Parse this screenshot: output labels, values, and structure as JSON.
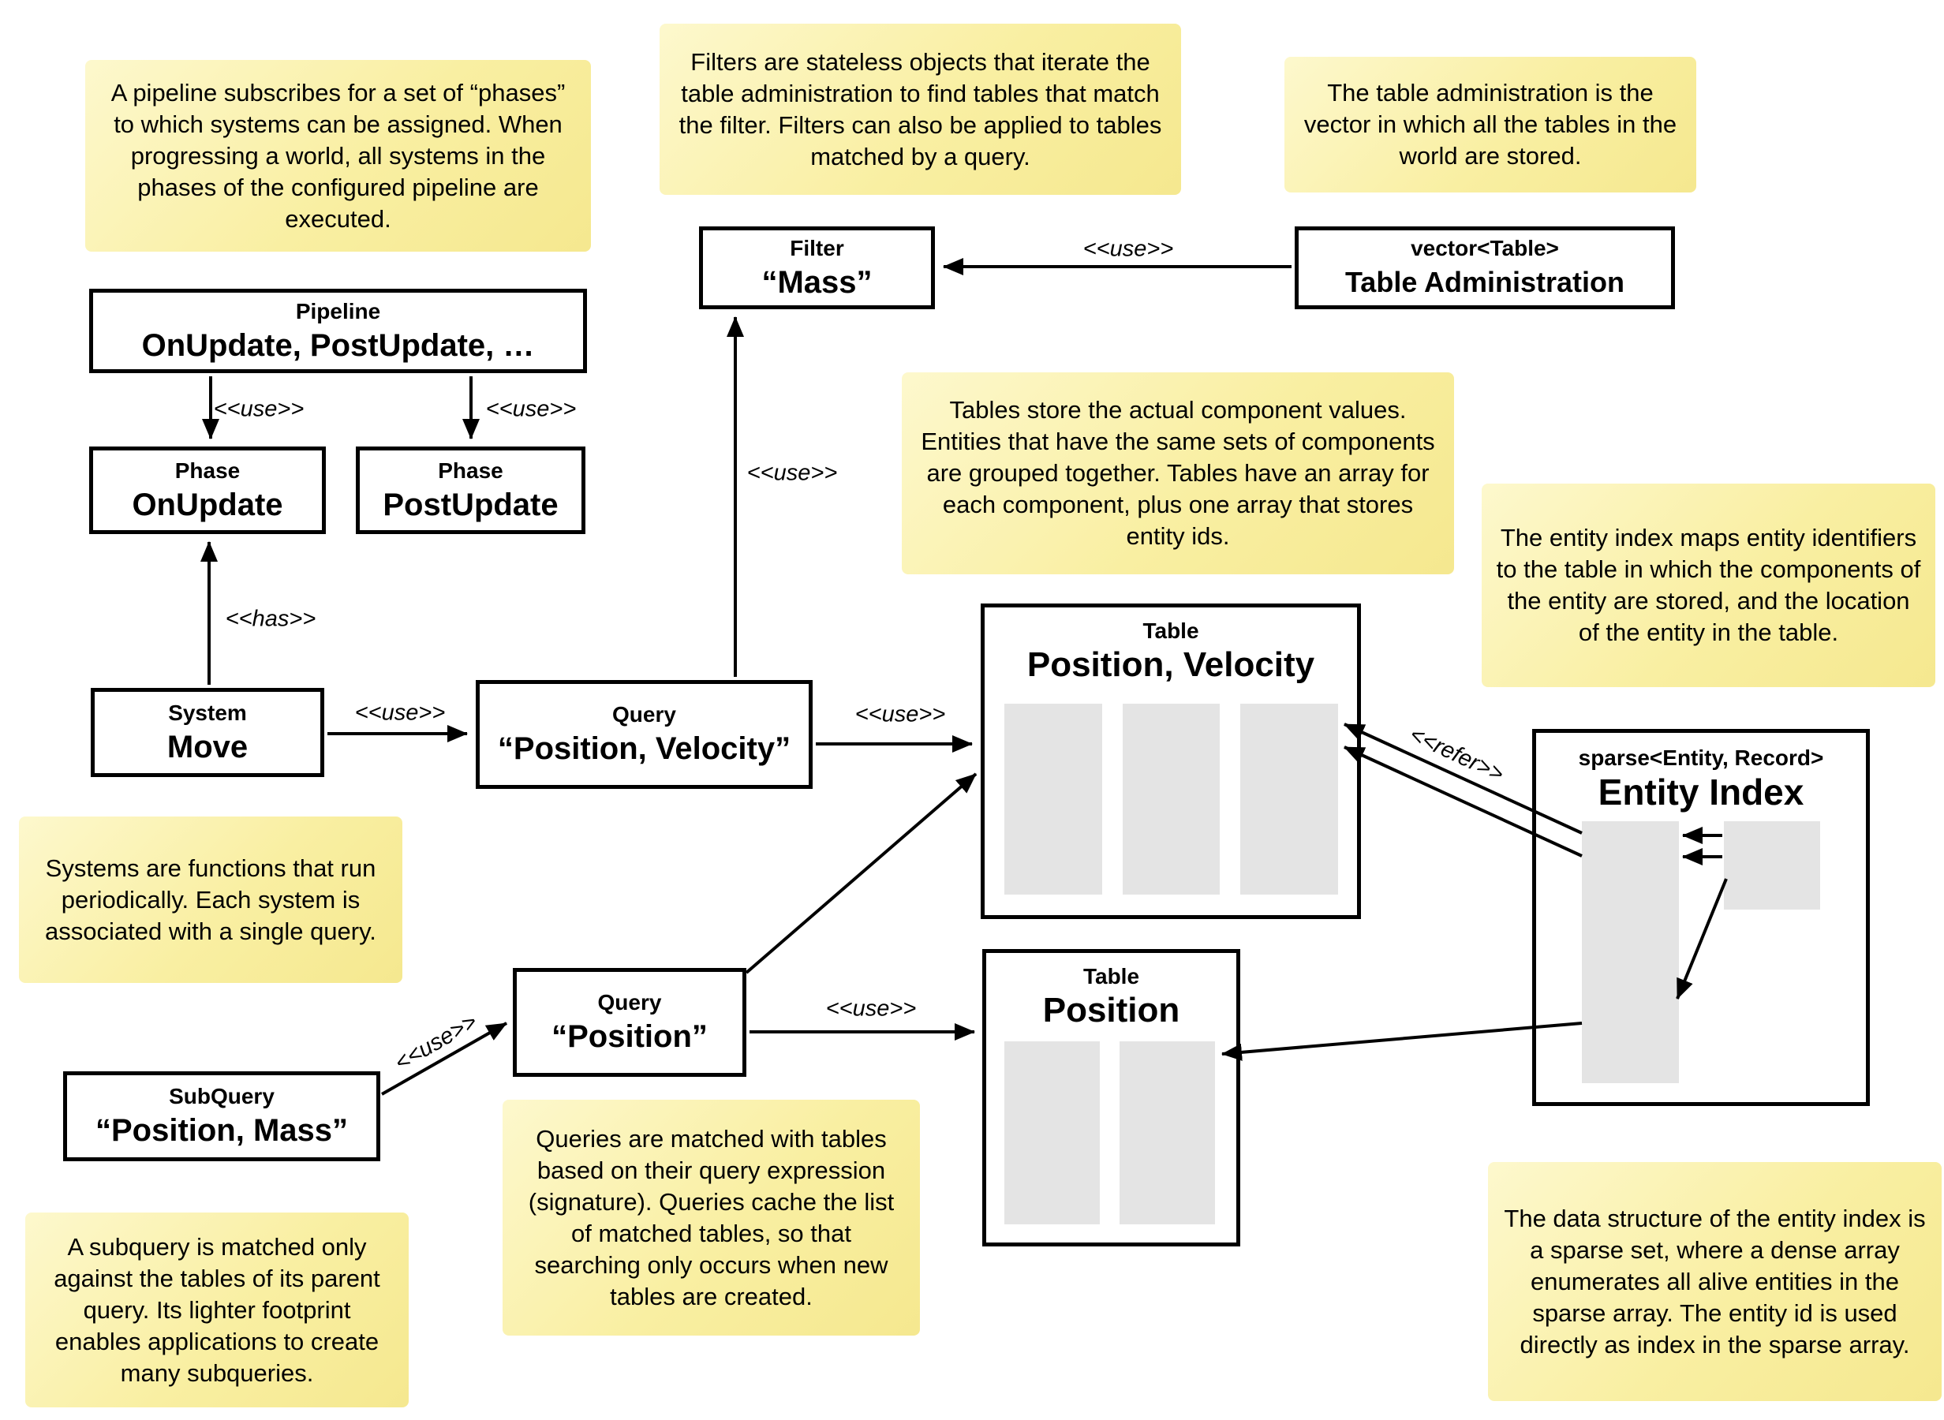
{
  "title": "ECS architecture diagram",
  "colors": {
    "note_bg": "#f9efa2",
    "note_hi": "#fdf8cd",
    "note_lo": "#f5e88f",
    "box_border": "#000000",
    "bar_fill": "#e4e4e4",
    "arrow": "#000000"
  },
  "notes": [
    {
      "id": "pipeline",
      "text": "A pipeline subscribes for a set of “phases” to which systems can be assigned. When progressing a world, all systems in the phases of the configured pipeline are executed."
    },
    {
      "id": "filters",
      "text": "Filters are stateless objects that iterate the table administration to find tables that match the filter. Filters can also be applied to tables matched by a query."
    },
    {
      "id": "table-admin",
      "text": "The table administration is the vector in which all the tables in the world are stored."
    },
    {
      "id": "tables",
      "text": "Tables store the actual component values. Entities that have the same sets of components are grouped together. Tables have an array for each component, plus one array that stores entity ids."
    },
    {
      "id": "entity-index",
      "text": "The entity index maps entity identifiers to the table in which the components of the entity are stored, and the location of the entity in the table."
    },
    {
      "id": "systems",
      "text": "Systems are functions that run periodically. Each system is associated with a single query."
    },
    {
      "id": "queries",
      "text": "Queries are matched with tables based on their query expression (signature). Queries cache the list of matched tables, so that searching only occurs when new tables are created."
    },
    {
      "id": "subquery",
      "text": "A subquery is matched only against the tables of its parent query. Its lighter footprint enables applications to create many subqueries."
    },
    {
      "id": "sparse-set",
      "text": "The data structure of the entity index is a sparse set, where a dense array enumerates all alive entities in the sparse array. The entity id is used directly as index in the sparse array."
    }
  ],
  "boxes": [
    {
      "id": "pipeline",
      "stereotype": "Pipeline",
      "name": "OnUpdate, PostUpdate, …"
    },
    {
      "id": "phase-onupdate",
      "stereotype": "Phase",
      "name": "OnUpdate"
    },
    {
      "id": "phase-postupdate",
      "stereotype": "Phase",
      "name": "PostUpdate"
    },
    {
      "id": "filter-mass",
      "stereotype": "Filter",
      "name": "“Mass”"
    },
    {
      "id": "table-admin",
      "stereotype": "vector<Table>",
      "name": "Table Administration"
    },
    {
      "id": "system-move",
      "stereotype": "System",
      "name": "Move"
    },
    {
      "id": "query-pos-vel",
      "stereotype": "Query",
      "name": "“Position, Velocity”"
    },
    {
      "id": "table-pos-vel",
      "stereotype": "Table",
      "name": "Position, Velocity"
    },
    {
      "id": "query-pos",
      "stereotype": "Query",
      "name": "“Position”"
    },
    {
      "id": "table-pos",
      "stereotype": "Table",
      "name": "Position"
    },
    {
      "id": "subquery",
      "stereotype": "SubQuery",
      "name": "“Position, Mass”"
    },
    {
      "id": "entity-index",
      "stereotype": "sparse<Entity, Record>",
      "name": "Entity Index"
    }
  ],
  "edge_labels": [
    {
      "id": "use-pipeline-onupdate",
      "text": "<<use>>"
    },
    {
      "id": "use-pipeline-postupdate",
      "text": "<<use>>"
    },
    {
      "id": "has-move-onupdate",
      "text": "<<has>>"
    },
    {
      "id": "use-move-query",
      "text": "<<use>>"
    },
    {
      "id": "use-query-filter",
      "text": "<<use>>"
    },
    {
      "id": "use-admin-filter",
      "text": "<<use>>"
    },
    {
      "id": "use-query-tablepv",
      "text": "<<use>>"
    },
    {
      "id": "use-querypos-tablepos",
      "text": "<<use>>"
    },
    {
      "id": "use-subquery-querypos",
      "text": "<<use>>"
    },
    {
      "id": "refer-entityindex-table",
      "text": "<<refer>>"
    }
  ]
}
